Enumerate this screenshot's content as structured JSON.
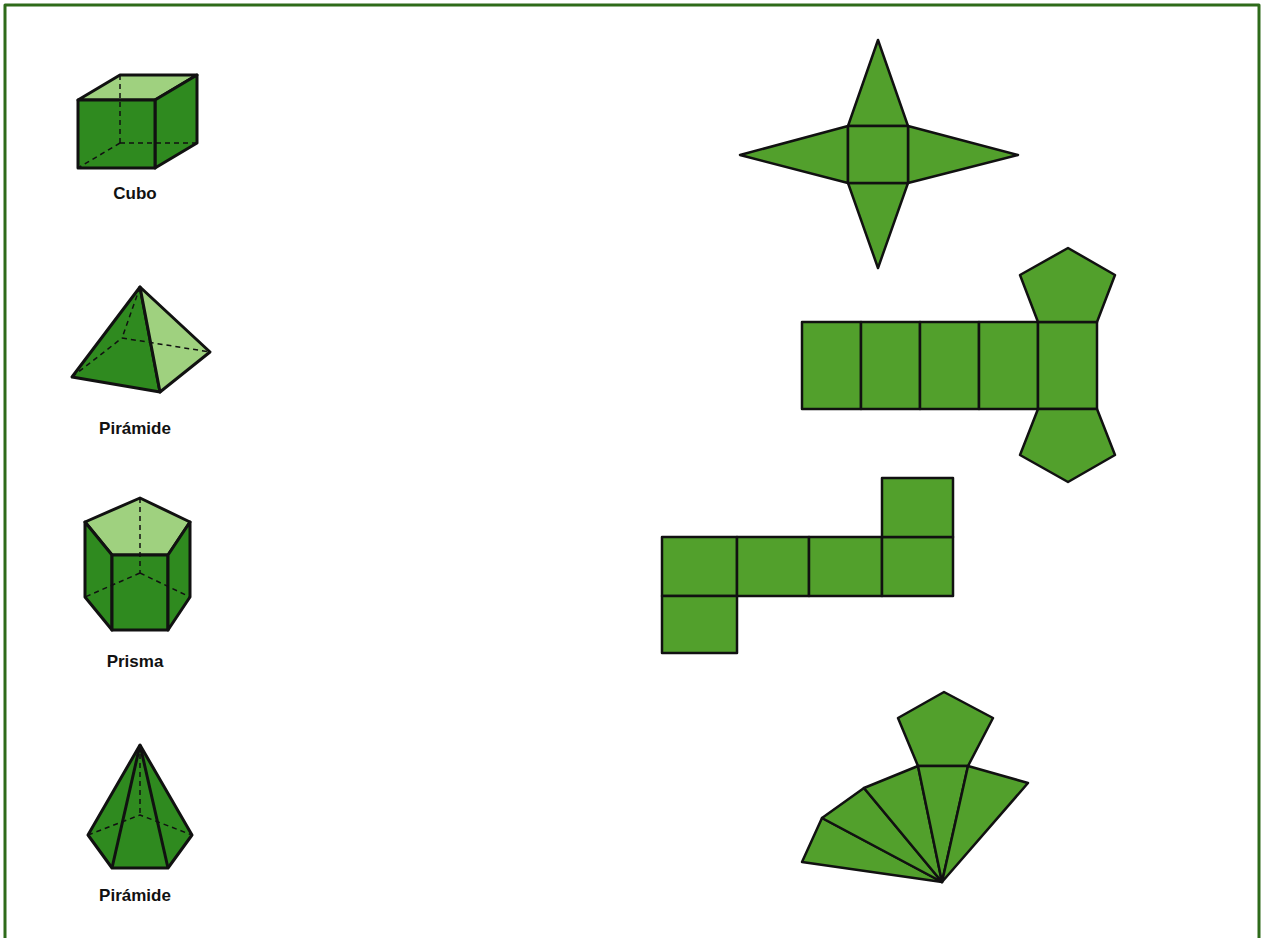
{
  "diagram": {
    "labels": [
      "Cubo",
      "Pirámide",
      "Prisma",
      "Pirámide"
    ]
  }
}
